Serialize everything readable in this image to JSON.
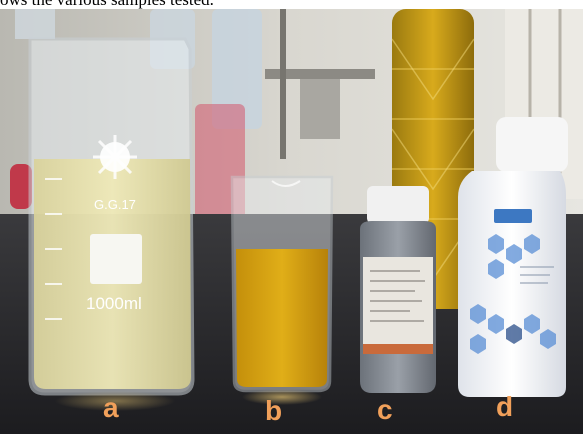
{
  "caption": "ows the various samples tested.",
  "colors": {
    "bench": "#2a2a2c",
    "wall": "#d8d6d0",
    "light_sample": "#e9e2a4",
    "amber_sample": "#d6a40d",
    "label_text": "#f1a05a",
    "bottle_body": "#7f858d",
    "bottle_cap": "#f2f2f2",
    "tub_body": "#f4f6fa",
    "tub_accent": "#3d78c2"
  },
  "samples": [
    {
      "label": "a",
      "vessel": "beaker",
      "vessel_markings": {
        "brand": "G.G.17",
        "volume": "1000ml"
      }
    },
    {
      "label": "b",
      "vessel": "small-beaker"
    },
    {
      "label": "c",
      "vessel": "reagent-bottle"
    },
    {
      "label": "d",
      "vessel": "reagent-tub"
    }
  ]
}
